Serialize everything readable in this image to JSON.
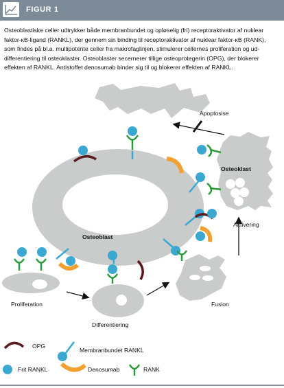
{
  "header": {
    "title": "FIGUR 1",
    "icon": "line-chart-icon"
  },
  "caption_lines": [
    "Osteoblastiske celler udtrykker både membranbundet og opløselig (fri) receptoraktivator af nuklear",
    "faktor-κB-ligand (RANKL), der gennem sin binding til receptoraktivator af nuklear faktor-κB (RANK),",
    "som findes på bl.a. multipotente celler fra makrofaglinjen, stimulerer cellernes proliferation og ud-",
    "differentiering til osteoklaster. Osteoblaster secernerer tillige osteoprotegerin (OPG), der blokerer",
    "effekten af RANKL. Antistoffet denosumab binder sig til og blokerer effekten af RANKL."
  ],
  "diagram": {
    "osteoblast": "Osteoblast",
    "osteoklast": "Osteoklast",
    "apoptosise": "Apoptosise",
    "aktivering": "Aktivering",
    "proliferation": "Proliferation",
    "differentiering": "Differentiering",
    "fusion": "Fusion"
  },
  "legend": {
    "opg": "OPG",
    "membrane_rankl": "Membranbundet RANKL",
    "free_rankl": "Frit RANKL",
    "denosumab": "Denosumab",
    "rank": "RANK"
  },
  "colors": {
    "cell": "#c9cccb",
    "rankl": "#3aa8d1",
    "opg": "#5a1a1e",
    "denosumab": "#f3a033",
    "rank": "#2a9a3a",
    "header": "#7d8b99"
  }
}
